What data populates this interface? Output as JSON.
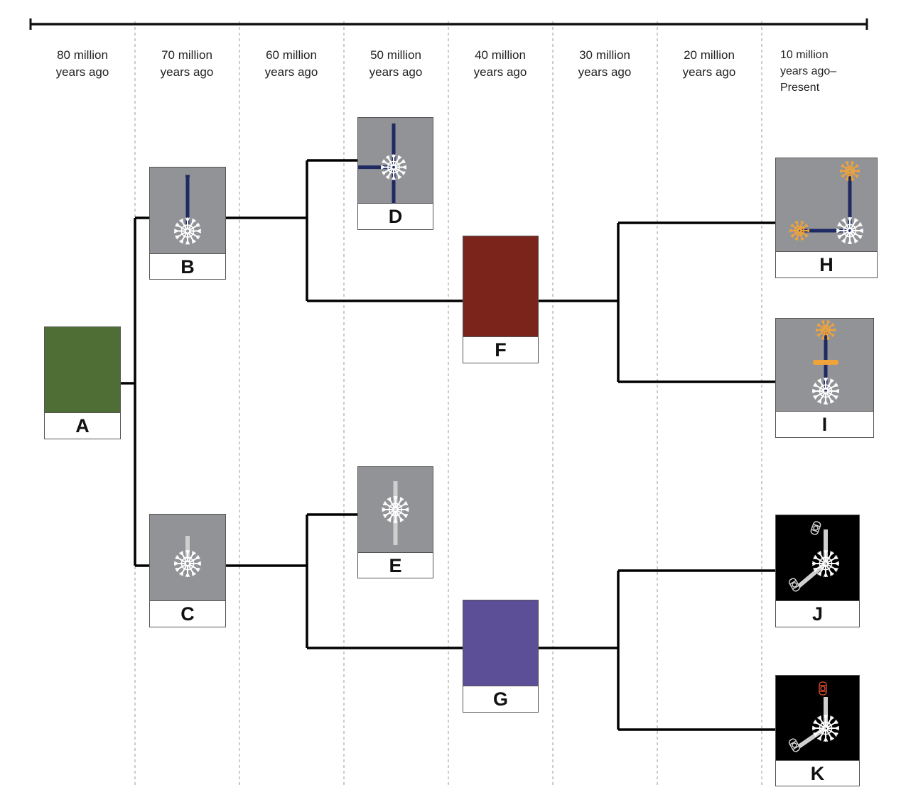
{
  "timeline": {
    "columns": [
      {
        "id": "80",
        "label": "80 million years ago",
        "lines": [
          "80 million",
          "years ago"
        ]
      },
      {
        "id": "70",
        "label": "70 million years ago",
        "lines": [
          "70 million",
          "years ago"
        ]
      },
      {
        "id": "60",
        "label": "60 million years ago",
        "lines": [
          "60 million",
          "years ago"
        ]
      },
      {
        "id": "50",
        "label": "50 million years ago",
        "lines": [
          "50 million",
          "years ago"
        ]
      },
      {
        "id": "40",
        "label": "40 million years ago",
        "lines": [
          "40 million",
          "years ago"
        ]
      },
      {
        "id": "30",
        "label": "30 million years ago",
        "lines": [
          "30 million",
          "years ago"
        ]
      },
      {
        "id": "20",
        "label": "20 million years ago",
        "lines": [
          "20 million",
          "years ago"
        ]
      },
      {
        "id": "10",
        "label": "10 million years ago–Present",
        "lines": [
          "10 million",
          "years ago–",
          "Present"
        ]
      }
    ]
  },
  "colors": {
    "A": "#4f6e35",
    "F": "#7a241b",
    "G": "#5c4f98",
    "gray_panel": "#929396",
    "black_panel": "#000000",
    "rod_blue": "#1f2a63",
    "orange": "#f0a33a",
    "red": "#c8452b",
    "rod_light": "#cfcfcf",
    "line": "#000000"
  },
  "nodes": [
    {
      "id": "A",
      "label": "A",
      "column": "80",
      "fill": "solid",
      "color_key": "A",
      "icon": "none"
    },
    {
      "id": "B",
      "label": "B",
      "column": "70",
      "fill": "gray",
      "icon": "wheel-with-blue-rod-up"
    },
    {
      "id": "C",
      "label": "C",
      "column": "70",
      "fill": "gray",
      "icon": "wheel-with-light-rod-up"
    },
    {
      "id": "D",
      "label": "D",
      "column": "50",
      "fill": "gray",
      "icon": "wheel-with-blue-rods-up-down-left"
    },
    {
      "id": "E",
      "label": "E",
      "column": "50",
      "fill": "gray",
      "icon": "wheel-with-light-rods-up-down"
    },
    {
      "id": "F",
      "label": "F",
      "column": "40",
      "fill": "solid",
      "color_key": "F",
      "icon": "none"
    },
    {
      "id": "G",
      "label": "G",
      "column": "40",
      "fill": "solid",
      "color_key": "G",
      "icon": "none"
    },
    {
      "id": "H",
      "label": "H",
      "column": "10",
      "fill": "gray",
      "icon": "wheel-with-blue-rods-to-orange-wheels"
    },
    {
      "id": "I",
      "label": "I",
      "column": "10",
      "fill": "gray",
      "icon": "wheel-with-blue-rod-orange-bar-orange-wheel"
    },
    {
      "id": "J",
      "label": "J",
      "column": "10",
      "fill": "black",
      "icon": "wheel-with-light-arms-and-clips"
    },
    {
      "id": "K",
      "label": "K",
      "column": "10",
      "fill": "black",
      "icon": "wheel-with-light-arm-and-red-clip"
    }
  ],
  "edges": [
    {
      "from": "A",
      "to": "B"
    },
    {
      "from": "A",
      "to": "C"
    },
    {
      "from": "B",
      "to": "D"
    },
    {
      "from": "B",
      "to": "F"
    },
    {
      "from": "C",
      "to": "E"
    },
    {
      "from": "C",
      "to": "G"
    },
    {
      "from": "F",
      "to": "H"
    },
    {
      "from": "F",
      "to": "I"
    },
    {
      "from": "G",
      "to": "J"
    },
    {
      "from": "G",
      "to": "K"
    }
  ]
}
